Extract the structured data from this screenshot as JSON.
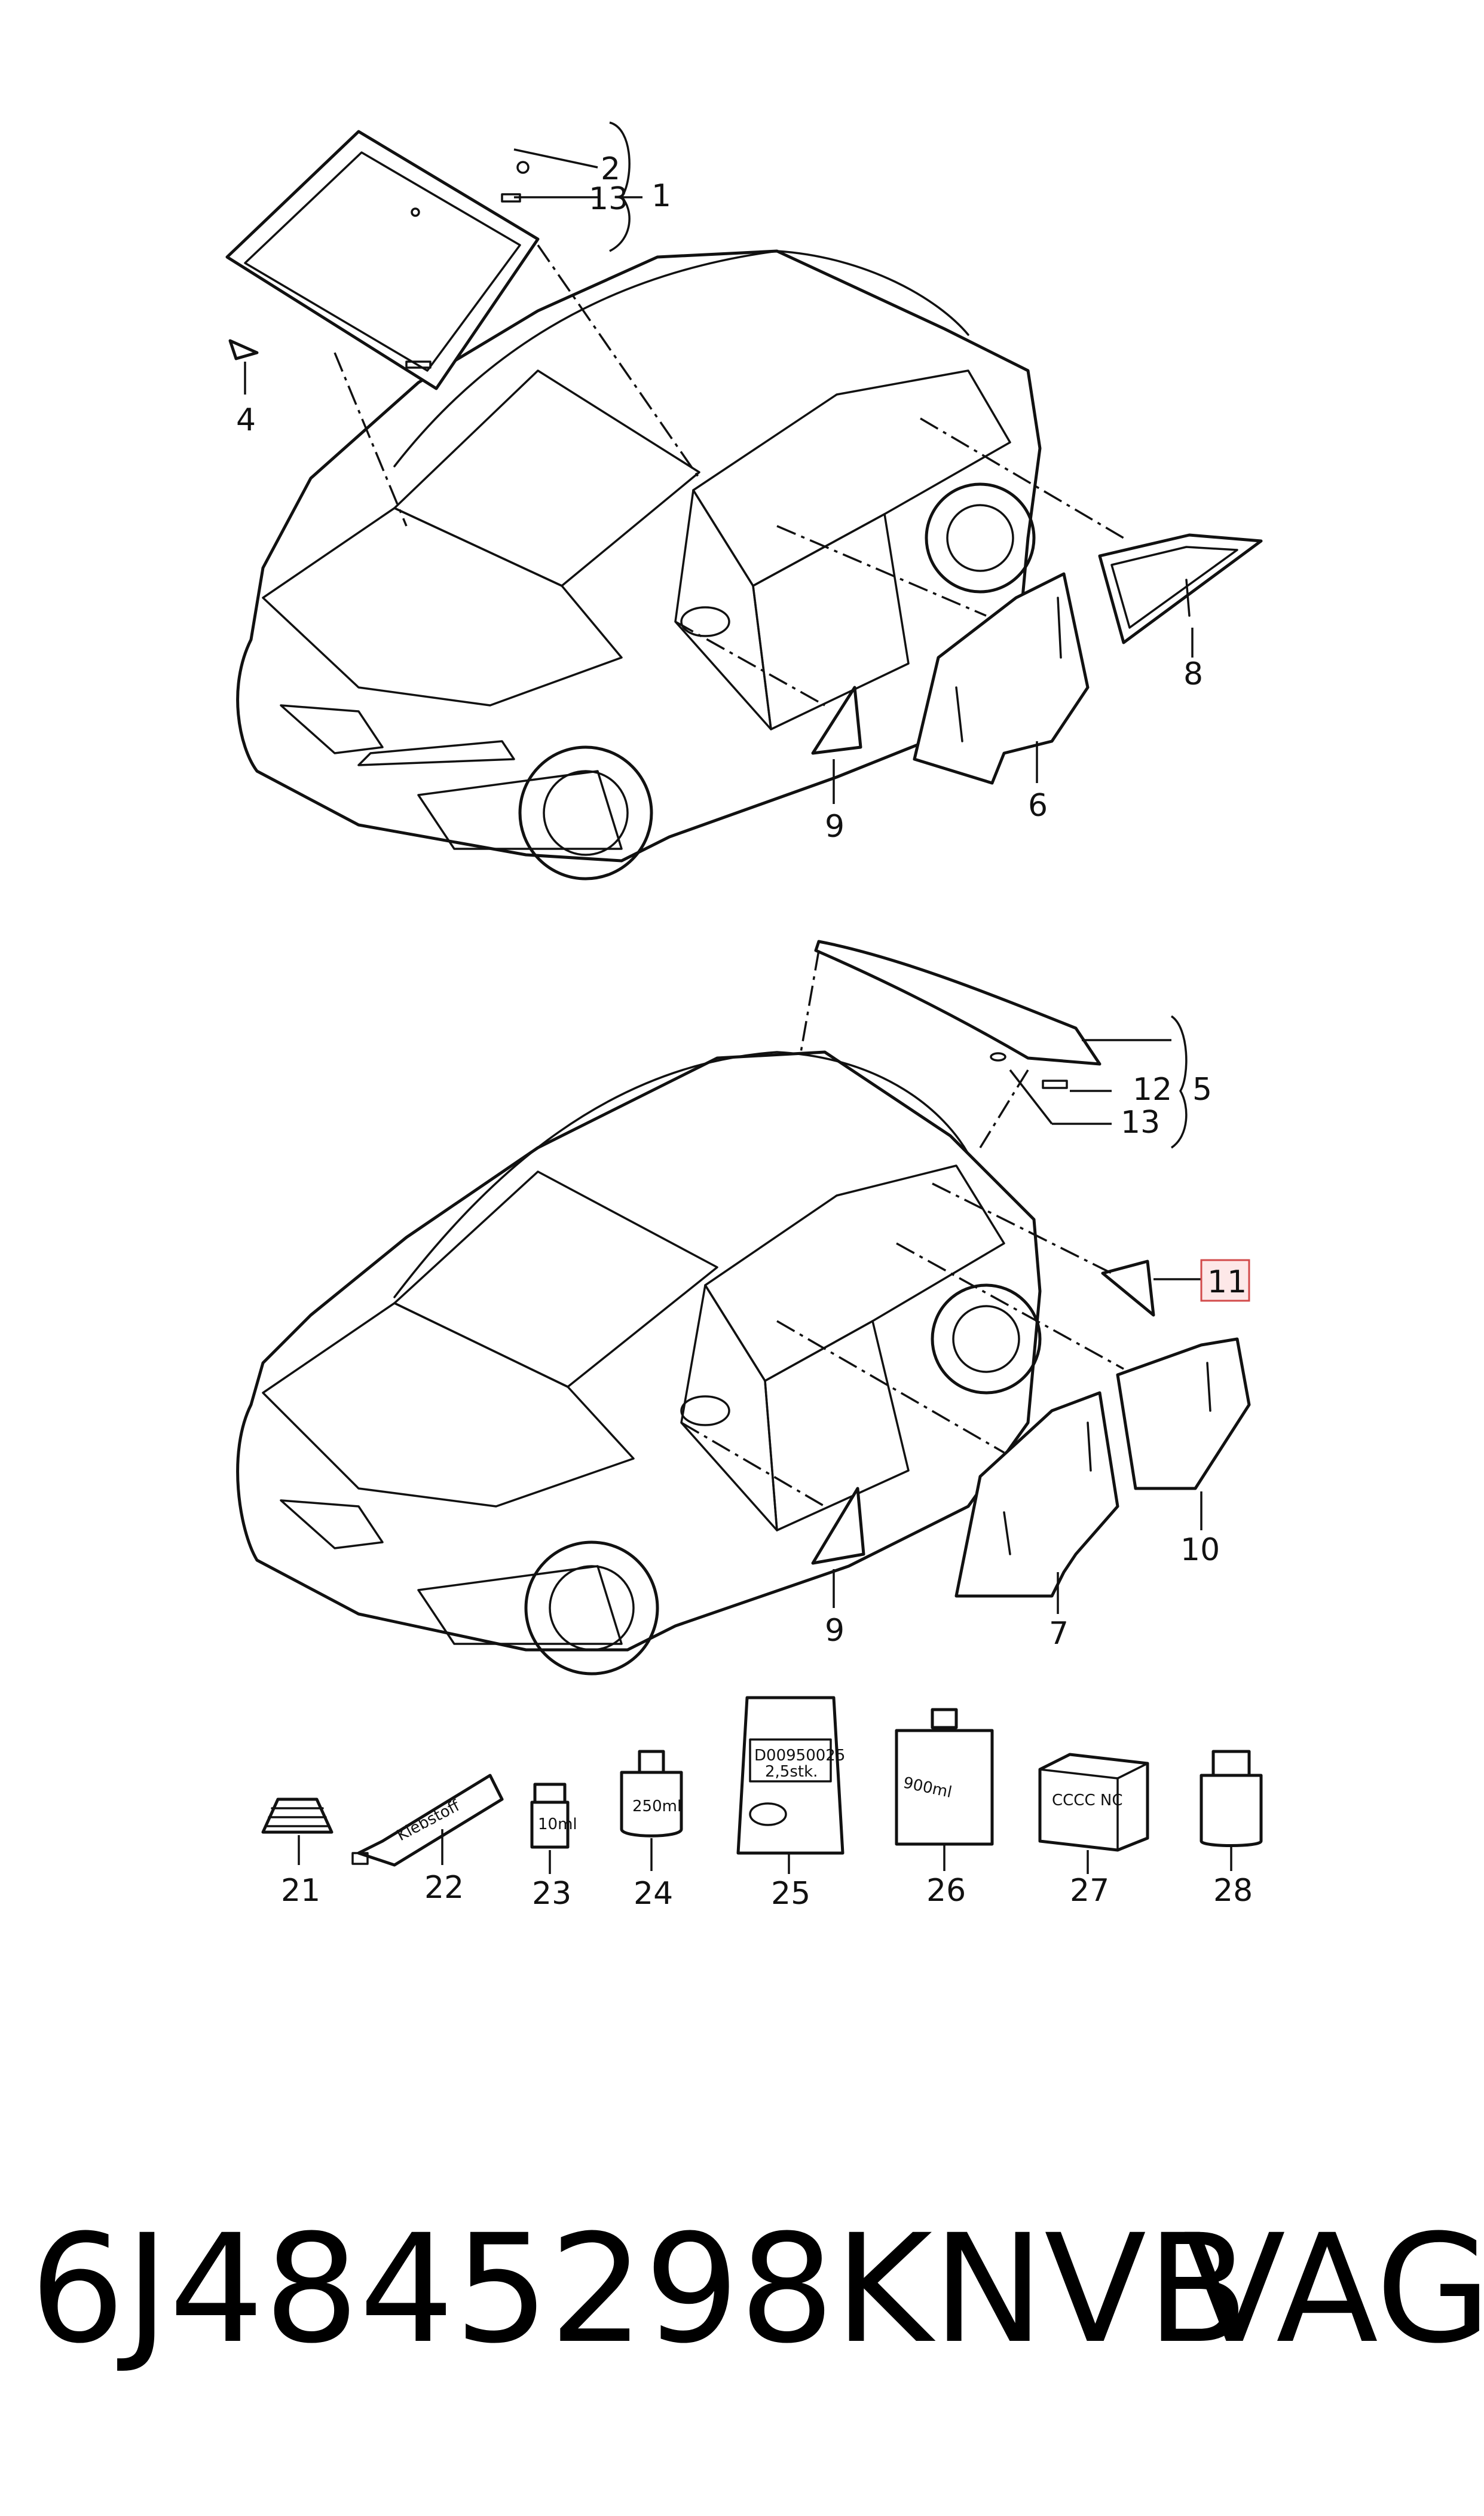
{
  "callouts": {
    "c1": "1",
    "c2": "2",
    "c4": "4",
    "c5": "5",
    "c6": "6",
    "c7": "7",
    "c8": "8",
    "c9a": "9",
    "c9b": "9",
    "c10": "10",
    "c11": "11",
    "c12": "12",
    "c13a": "13",
    "c13b": "13",
    "c21": "21",
    "c22": "22",
    "c23": "23",
    "c24": "24",
    "c25": "25",
    "c26": "26",
    "c27": "27",
    "c28": "28"
  },
  "highlighted_callout": "11",
  "highlight_color": "#fde8e8",
  "package_labels": {
    "tube": "Klebstoff",
    "bottle_small": "10ml",
    "can": "250ml",
    "bag_line1": "D00950025",
    "bag_line2": "2,5stk.",
    "jug": "900ml",
    "box": "CCCC\nNC"
  },
  "footer": {
    "part_number": "6J4845298KNVB",
    "brand": "VAG"
  }
}
